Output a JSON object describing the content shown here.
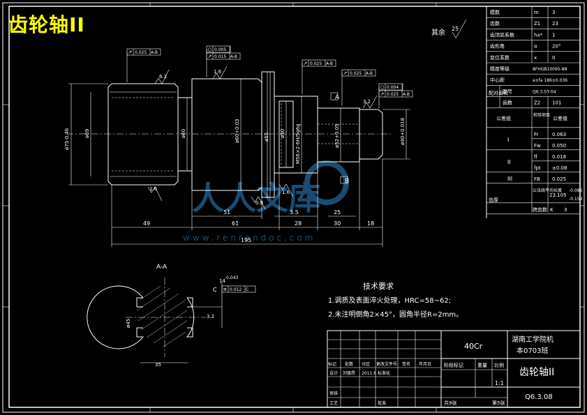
{
  "drawing_title": "齿轮轴II",
  "roughness_note": {
    "label": "其余",
    "value": "25"
  },
  "params": [
    {
      "name": "模数",
      "sym": "m",
      "val": "3"
    },
    {
      "name": "齿数",
      "sym": "Z1",
      "val": "23"
    },
    {
      "name": "齿顶高系数",
      "sym": "ha*",
      "val": "1"
    },
    {
      "name": "齿形角",
      "sym": "α",
      "val": "20°"
    },
    {
      "name": "变位系数",
      "sym": "x",
      "val": "0"
    },
    {
      "name": "精度等级",
      "sym": "",
      "val": "8FHGB10095-88"
    },
    {
      "name": "中心距",
      "sym": "",
      "val": "a±fa 186±0.036"
    },
    {
      "name": "图号",
      "sym": "",
      "val": "Q6.3.03-04"
    },
    {
      "name": "齿数",
      "sym": "Z2",
      "val": "101"
    }
  ],
  "mate_label": "配对齿轮",
  "tol_header": {
    "group": "公差组",
    "item": "检验项目",
    "value": "公差值"
  },
  "tol_rows": [
    {
      "group": "I",
      "items": [
        {
          "sym": "Fr",
          "val": "0.063"
        },
        {
          "sym": "Fw",
          "val": "0.050"
        }
      ]
    },
    {
      "group": "II",
      "items": [
        {
          "sym": "ff",
          "val": "0.018"
        },
        {
          "sym": "fpt",
          "val": "±0.08"
        }
      ]
    },
    {
      "group": "III",
      "items": [
        {
          "sym": "FB",
          "val": "0.025"
        }
      ]
    }
  ],
  "gear_rows": {
    "side": "齿厚",
    "normal_label": "公法线平均长度",
    "normal_val": "23.105",
    "normal_dev_up": "-0.086",
    "normal_dev_low": "-0.159",
    "span_label": "跨齿数",
    "span_sym": "K",
    "span_val": "3"
  },
  "tech_req": {
    "title": "技术要求",
    "lines": [
      "1.调质及表面淬火处理，HRC=58~62;",
      "2.未注明倒角2×45°，圆角半径R=2mm。"
    ]
  },
  "title_block": {
    "material": "40Cr",
    "school": "湖南工学院机",
    "class": "本0703班",
    "part_name": "齿轮轴II",
    "drawing_no": "Q6.3.08",
    "scale_label": "比例",
    "scale": "1:1",
    "weight_label": "重量",
    "stage_label": "阶段标记",
    "sheets": "共9张",
    "sheet": "第5张",
    "rev_labels": [
      "标记",
      "处数",
      "分区",
      "更改文件号",
      "签名",
      "年月日"
    ],
    "design_label": "设计",
    "designer": "刘德昂",
    "design_date": "2011.6",
    "std_label": "标准化",
    "check_label": "审核",
    "process_label": "工艺",
    "approve_label": "批准"
  },
  "section_label": "A-A",
  "dims": {
    "d75": "ø75-0.46",
    "d69": "ø69",
    "d60": "ø60",
    "d60b": "ø60+0.03",
    "d55": "ø55",
    "d50": "ø50",
    "m56": "M56×2-6H/5g6g",
    "d52": "ø52+0.05",
    "d40": "ø40+0.018",
    "len_49": "49",
    "len_51": "51",
    "len_61": "61",
    "len_35": "3.5",
    "len_28": "28",
    "len_25": "25",
    "len_30": "30",
    "len_18": "18",
    "len_195": "195",
    "key_w": "14",
    "key_w_tol": "-0.043",
    "key_h": "35",
    "key_d": "ø45",
    "r16": "1.6",
    "r08": "0.8",
    "r63": "6.3",
    "r32": "3.2",
    "ra_a": "3.2",
    "ra_b": "1.6",
    "ra_c": "1.6"
  },
  "fcf": [
    {
      "sym": "↗",
      "tol": "0.025",
      "datum": "A-B"
    },
    {
      "sym": "○",
      "tol": "0.005",
      "datum": ""
    },
    {
      "sym": "↗",
      "tol": "0.015",
      "datum": "A-B"
    },
    {
      "sym": "↗",
      "tol": "0.025",
      "datum": "A-B"
    },
    {
      "sym": "↗",
      "tol": "0.025",
      "datum": "A-B"
    },
    {
      "sym": "○",
      "tol": "0.004",
      "datum": ""
    },
    {
      "sym": "↗",
      "tol": "0.025",
      "datum": "A-B"
    },
    {
      "sym": "≡",
      "tol": "0.012",
      "datum": "C"
    }
  ],
  "datums": [
    "A",
    "B",
    "C"
  ],
  "watermark": {
    "cn": "人人文库",
    "url": "www.renrendoc.com"
  }
}
